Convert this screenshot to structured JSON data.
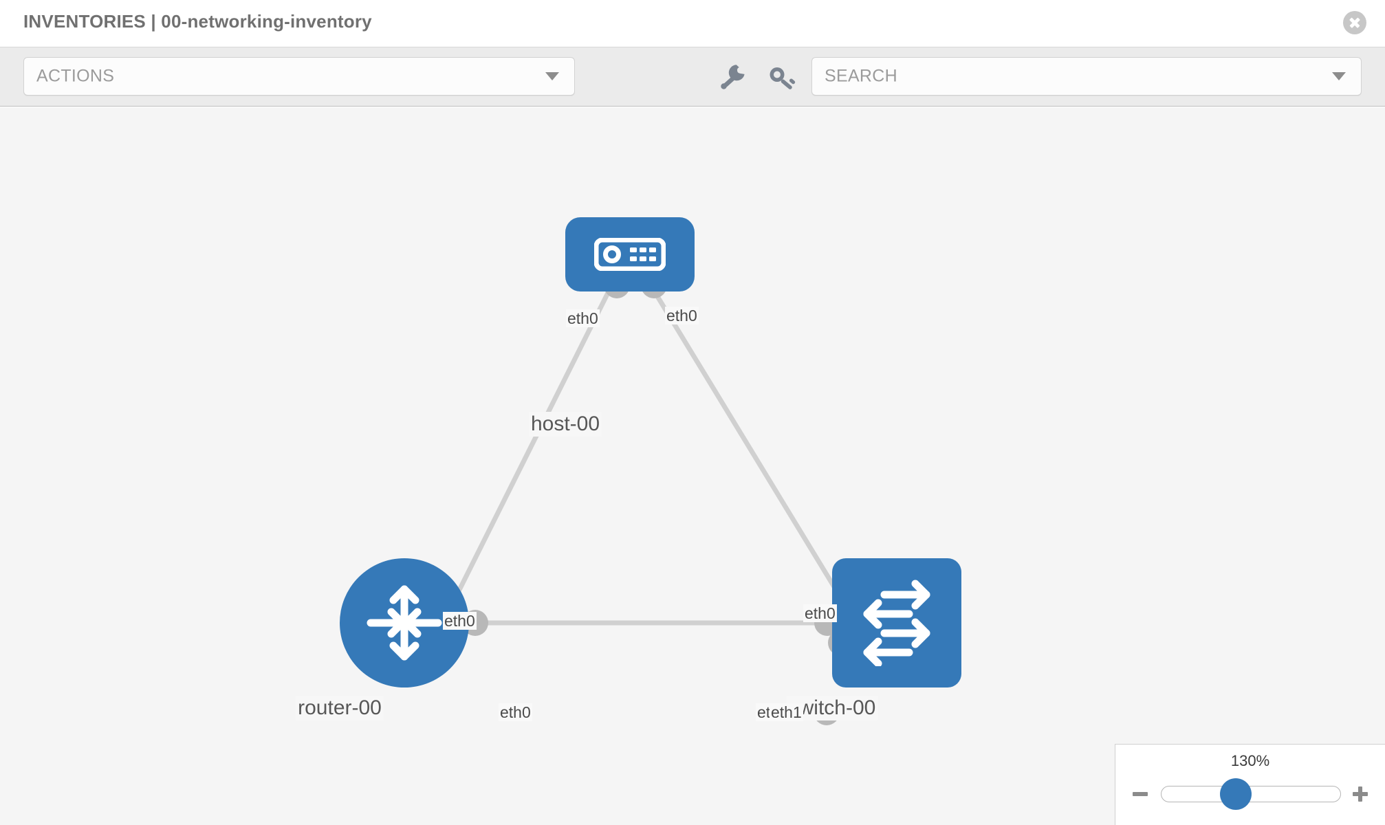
{
  "header": {
    "title": "INVENTORIES | 00-networking-inventory",
    "close_icon": "close-circle-icon"
  },
  "toolbar": {
    "actions_label": "ACTIONS",
    "actions_caret_icon": "chevron-down-icon",
    "wrench_icon": "wrench-icon",
    "key_icon": "key-icon",
    "search_placeholder": "SEARCH",
    "search_value": "SEARCH",
    "search_caret_icon": "chevron-down-icon"
  },
  "topology": {
    "nodes": [
      {
        "id": "host-00",
        "label": "host-00",
        "type": "host",
        "icon": "server-device-icon",
        "color": "#3579b8"
      },
      {
        "id": "router-00",
        "label": "router-00",
        "type": "router",
        "icon": "router-arrows-icon",
        "color": "#3579b8"
      },
      {
        "id": "switch-00",
        "label": "switch-00",
        "type": "switch",
        "icon": "switch-arrows-icon",
        "color": "#3579b8"
      }
    ],
    "links": [
      {
        "from": "host-00",
        "to": "router-00",
        "from_interface": "eth0",
        "to_interface": "eth0"
      },
      {
        "from": "host-00",
        "to": "switch-00",
        "from_interface": "eth0",
        "to_interface": "eth0"
      },
      {
        "from": "router-00",
        "to": "switch-00",
        "from_interface": "eth0",
        "to_interface": "eth1"
      }
    ],
    "interface_labels": {
      "host_left": "eth0",
      "host_right": "eth0",
      "router_up": "eth0",
      "switch_up": "eth0",
      "router_right": "eth0",
      "switch_left_overlap": "eth",
      "switch_left": "eth1"
    },
    "edge_color": "#d0d0d0",
    "endpoint_color": "#b8b8b8",
    "canvas_background": "#f5f5f5"
  },
  "zoom": {
    "value_label": "130%",
    "minus_icon": "minus-icon",
    "plus_icon": "plus-icon",
    "slider_name": "zoom-slider"
  }
}
